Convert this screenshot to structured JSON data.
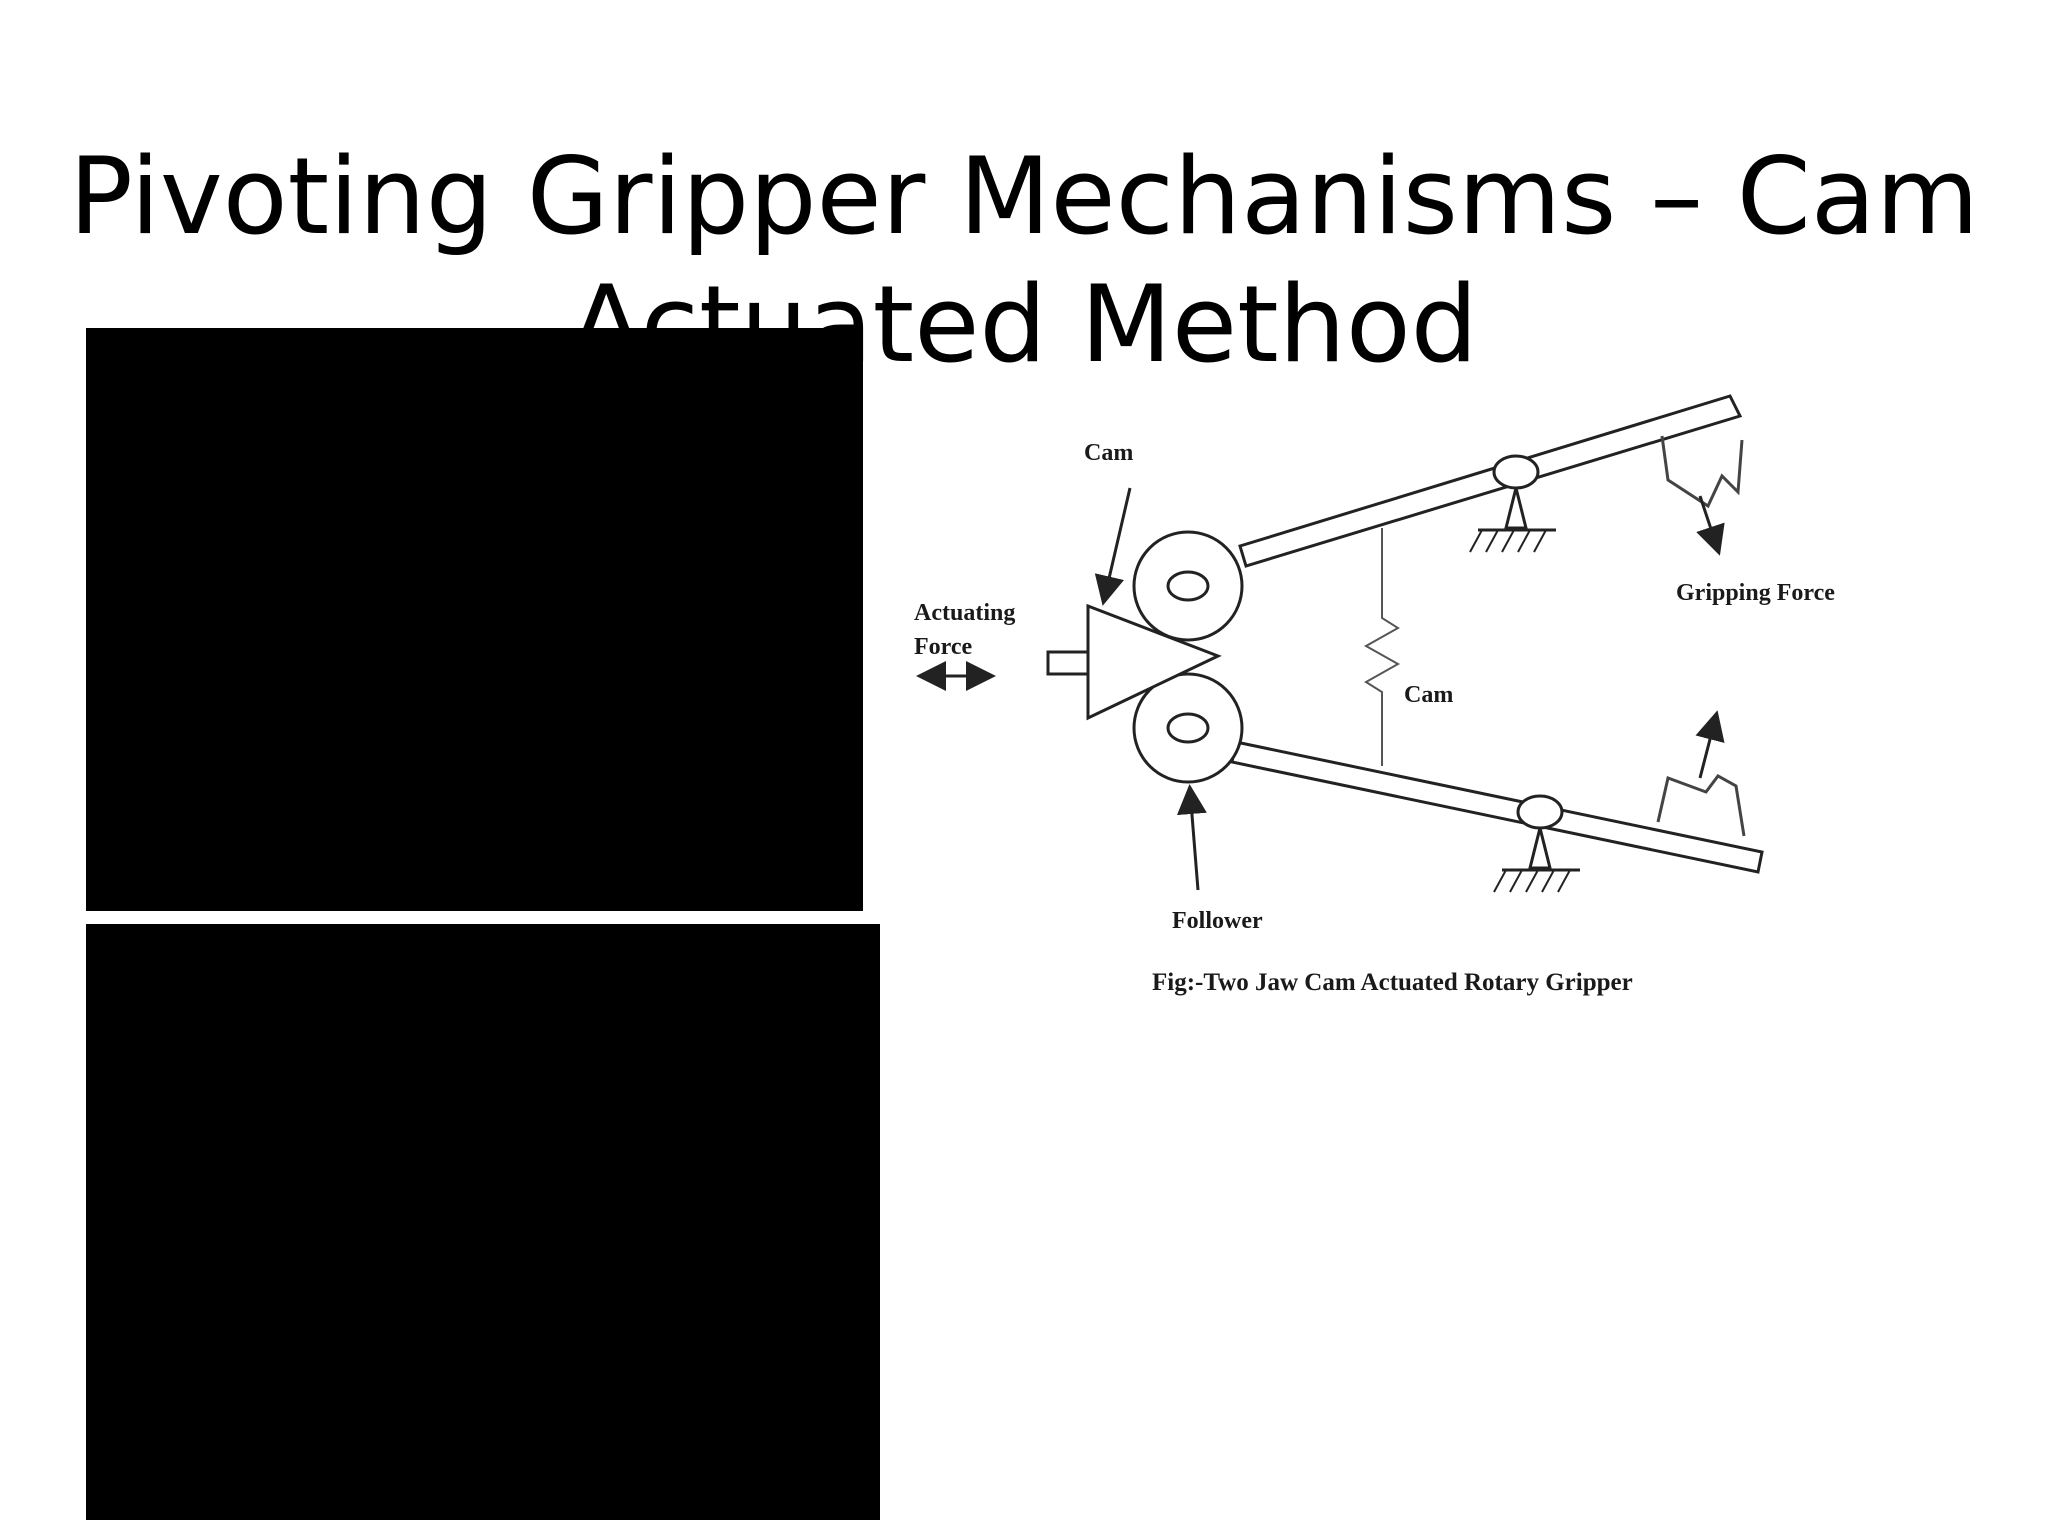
{
  "slide": {
    "title_line1": "Pivoting Gripper Mechanisms – Cam",
    "title_line2": "Actuated Method"
  },
  "diagram": {
    "label_cam_top": "Cam",
    "label_actuating_1": "Actuating",
    "label_actuating_2": "Force",
    "label_cam_spring": "Cam",
    "label_gripping_force": "Gripping Force",
    "label_follower": "Follower",
    "caption": "Fig:-Two Jaw Cam Actuated Rotary Gripper"
  },
  "colors": {
    "background": "#ffffff",
    "text": "#000000",
    "redaction": "#000000"
  }
}
